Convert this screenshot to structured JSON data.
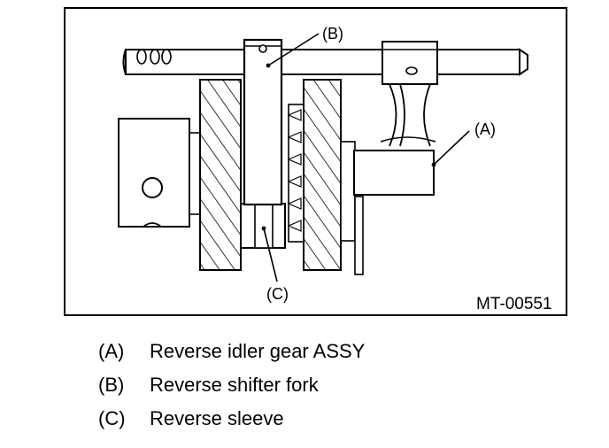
{
  "diagram": {
    "callouts": {
      "a": "(A)",
      "b": "(B)",
      "c": "(C)"
    },
    "figure_code": "MT-00551"
  },
  "legend": {
    "items": [
      {
        "key": "(A)",
        "text": "Reverse idler gear ASSY"
      },
      {
        "key": "(B)",
        "text": "Reverse shifter fork"
      },
      {
        "key": "(C)",
        "text": "Reverse sleeve"
      }
    ]
  }
}
